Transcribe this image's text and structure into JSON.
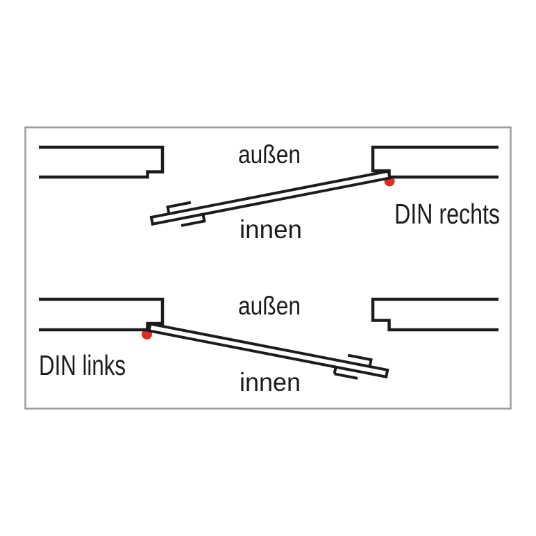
{
  "diagram": {
    "background": "#ffffff",
    "frame_border_color": "#9b9b9b",
    "line_color": "#1c1c1c",
    "hinge_dot_color": "#dc2e24",
    "panels": {
      "din_rechts": {
        "outside": "außen",
        "inside": "innen",
        "label": "DIN rechts"
      },
      "din_links": {
        "outside": "außen",
        "inside": "innen",
        "label": "DIN links"
      }
    }
  }
}
